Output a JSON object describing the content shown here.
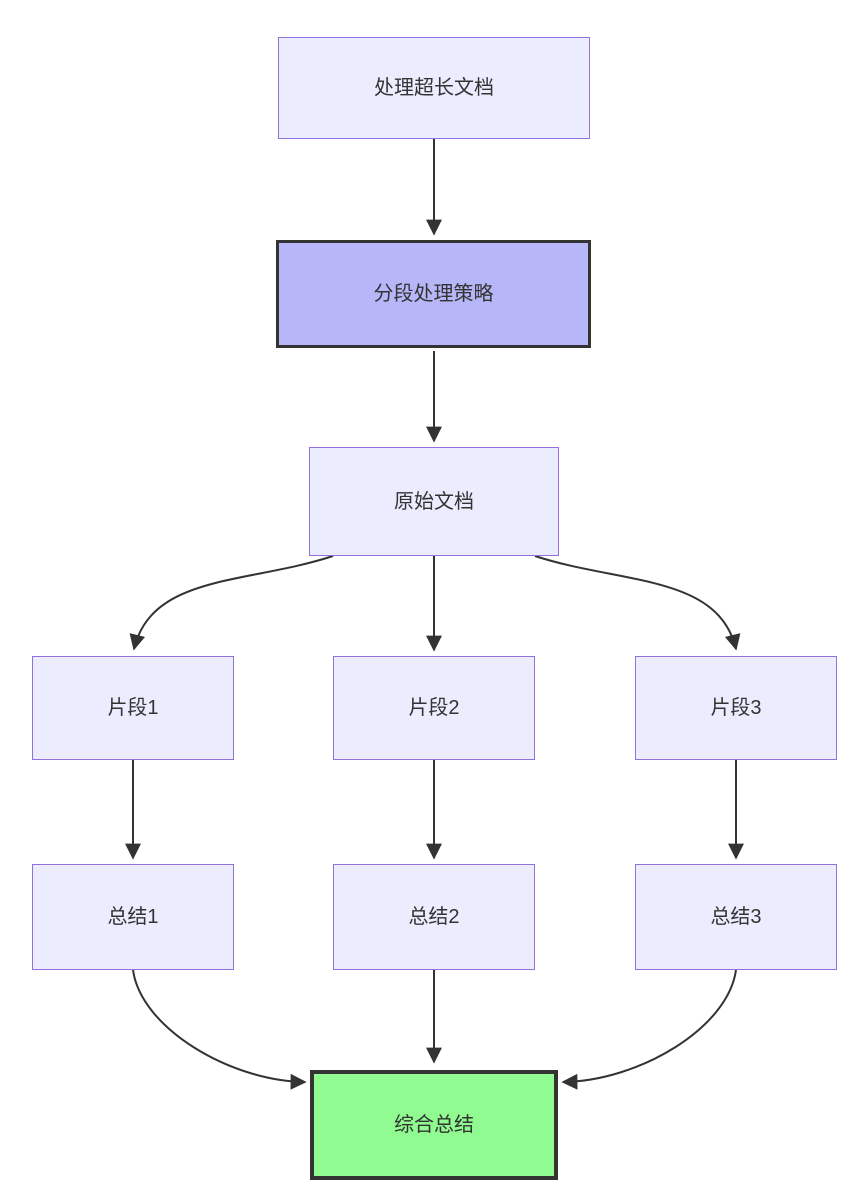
{
  "diagram": {
    "type": "flowchart",
    "direction": "top-down",
    "background_color": "#FFFFFF",
    "edge_color": "#333333",
    "text_color": "#333333",
    "default_node_fill": "#ECECFF",
    "default_node_border": "#9370DB",
    "nodes": [
      {
        "id": "A",
        "label": "处理超长文档",
        "fill": "#ECECFF",
        "border_color": "#9370DB",
        "emphasis": false
      },
      {
        "id": "B",
        "label": "分段处理策略",
        "fill": "#B6B6F8",
        "border_color": "#333333",
        "emphasis": true
      },
      {
        "id": "C",
        "label": "原始文档",
        "fill": "#ECECFF",
        "border_color": "#9370DB",
        "emphasis": false
      },
      {
        "id": "D1",
        "label": "片段1",
        "fill": "#ECECFF",
        "border_color": "#9370DB",
        "emphasis": false
      },
      {
        "id": "D2",
        "label": "片段2",
        "fill": "#ECECFF",
        "border_color": "#9370DB",
        "emphasis": false
      },
      {
        "id": "D3",
        "label": "片段3",
        "fill": "#ECECFF",
        "border_color": "#9370DB",
        "emphasis": false
      },
      {
        "id": "E1",
        "label": "总结1",
        "fill": "#ECECFF",
        "border_color": "#9370DB",
        "emphasis": false
      },
      {
        "id": "E2",
        "label": "总结2",
        "fill": "#ECECFF",
        "border_color": "#9370DB",
        "emphasis": false
      },
      {
        "id": "E3",
        "label": "总结3",
        "fill": "#ECECFF",
        "border_color": "#9370DB",
        "emphasis": false
      },
      {
        "id": "F",
        "label": "综合总结",
        "fill": "#90FB90",
        "border_color": "#333333",
        "emphasis": true
      }
    ],
    "edges": [
      {
        "from": "A",
        "to": "B"
      },
      {
        "from": "B",
        "to": "C"
      },
      {
        "from": "C",
        "to": "D1"
      },
      {
        "from": "C",
        "to": "D2"
      },
      {
        "from": "C",
        "to": "D3"
      },
      {
        "from": "D1",
        "to": "E1"
      },
      {
        "from": "D2",
        "to": "E2"
      },
      {
        "from": "D3",
        "to": "E3"
      },
      {
        "from": "E1",
        "to": "F"
      },
      {
        "from": "E2",
        "to": "F"
      },
      {
        "from": "E3",
        "to": "F"
      }
    ]
  }
}
